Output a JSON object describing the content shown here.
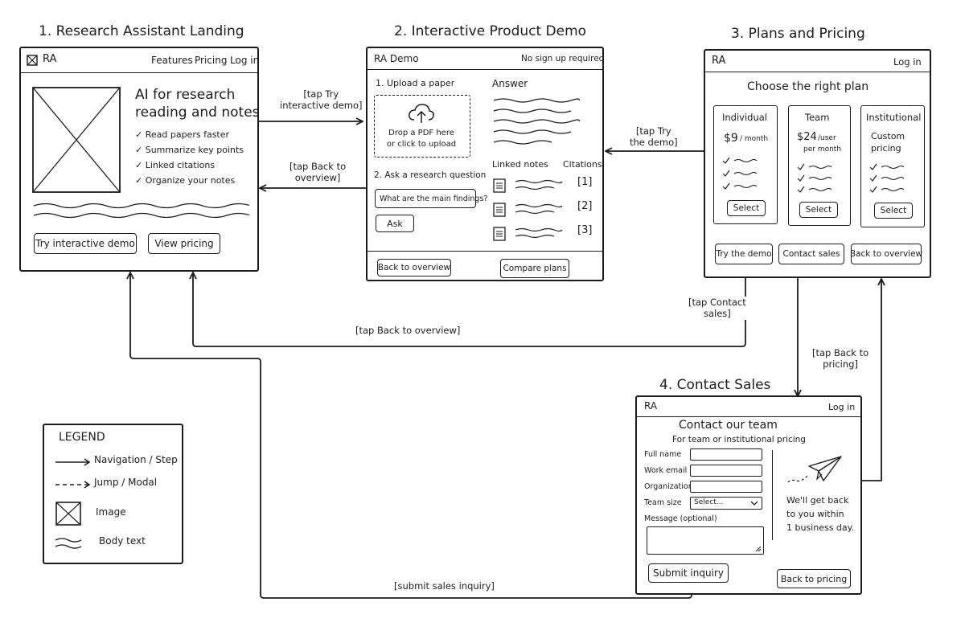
{
  "screens": {
    "landing": {
      "title": "1. Research Assistant Landing",
      "brand": "RA",
      "nav": [
        "Features",
        "Pricing",
        "Log in"
      ],
      "headline_1": "AI for research",
      "headline_2": "reading and notes",
      "features": [
        "Read papers faster",
        "Summarize key points",
        "Linked citations",
        "Organize your notes"
      ],
      "cta_demo": "Try interactive demo",
      "cta_pricing": "View pricing"
    },
    "demo": {
      "title": "2. Interactive Product Demo",
      "brand": "RA Demo",
      "no_signup": "No sign up required",
      "step1": "1. Upload a paper",
      "drop_1": "Drop a PDF here",
      "drop_2": "or click to upload",
      "step2": "2. Ask a research question",
      "question": "What are the main findings?",
      "ask": "Ask",
      "answer_label": "Answer",
      "linked_notes": "Linked notes",
      "citations": "Citations",
      "citation_refs": [
        "[1]",
        "[2]",
        "[3]"
      ],
      "back": "Back to overview",
      "compare": "Compare plans"
    },
    "pricing": {
      "title": "3. Plans and Pricing",
      "brand": "RA",
      "login": "Log in",
      "heading": "Choose the right plan",
      "plans": [
        {
          "name": "Individual",
          "price": "$9",
          "unit": "/ month",
          "unit2": "",
          "select": "Select"
        },
        {
          "name": "Team",
          "price": "$24",
          "unit": "/user",
          "unit2": "per month",
          "select": "Select"
        },
        {
          "name": "Institutional",
          "price": "Custom",
          "unit": "pricing",
          "unit2": "",
          "select": "Select"
        }
      ],
      "try_demo": "Try the demo",
      "contact_sales": "Contact sales",
      "back": "Back to overview"
    },
    "contact": {
      "title": "4. Contact Sales",
      "brand": "RA",
      "login": "Log in",
      "heading": "Contact our team",
      "subheading": "For team or institutional pricing",
      "fields": [
        "Full name",
        "Work email",
        "Organization"
      ],
      "team_size_label": "Team size",
      "team_size_value": "Select...",
      "message_label": "Message (optional)",
      "confirm": [
        "We'll get back",
        "to you within",
        "1 business day."
      ],
      "submit": "Submit inquiry",
      "back": "Back to pricing"
    }
  },
  "edges": {
    "try_demo": [
      "[tap Try",
      "interactive demo]"
    ],
    "back_to_overview_demo": [
      "[tap Back to",
      "overview]"
    ],
    "try_the_demo": [
      "[tap Try",
      "the demo]"
    ],
    "back_to_overview_pricing": [
      "[tap Back to overview]"
    ],
    "contact_sales": [
      "[tap Contact",
      "sales]"
    ],
    "back_to_pricing": [
      "[tap Back to",
      "pricing]"
    ],
    "submit_inquiry": [
      "[submit sales inquiry]"
    ]
  },
  "legend": {
    "title": "LEGEND",
    "navigation": "Navigation / Step",
    "jump": "Jump / Modal",
    "image": "Image",
    "body_text": "Body text"
  }
}
